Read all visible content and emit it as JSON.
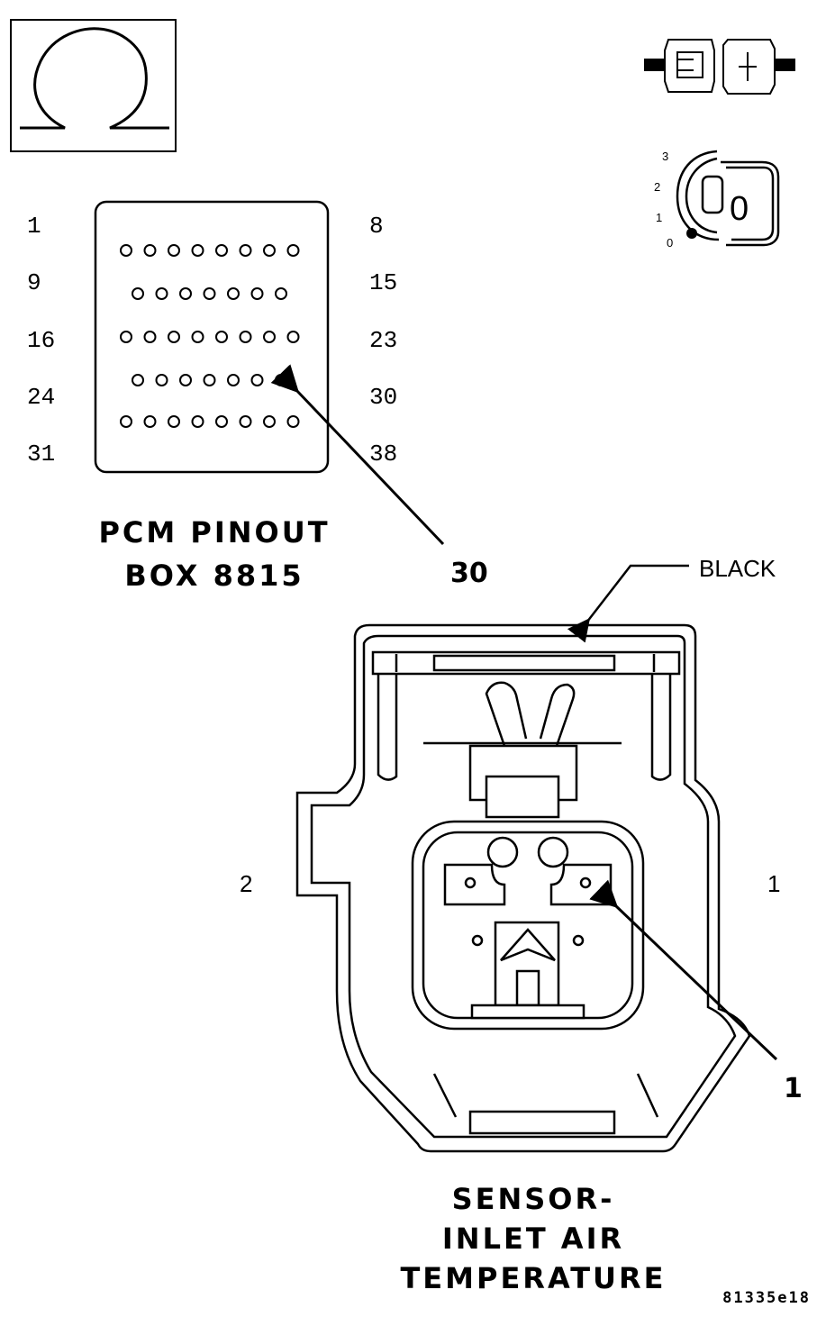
{
  "ohmmeter_symbol": "Ω",
  "pinout": {
    "title_line1": "PCM PINOUT",
    "title_line2": "BOX 8815",
    "row_start_labels": [
      "1",
      "9",
      "16",
      "24",
      "31"
    ],
    "row_end_labels": [
      "8",
      "15",
      "23",
      "30",
      "38"
    ],
    "callout": "30"
  },
  "key_dial": {
    "positions": [
      "3",
      "2",
      "1",
      "0"
    ],
    "key_glyph": "0"
  },
  "connector": {
    "color_label": "BLACK",
    "side_label_left": "2",
    "side_label_right": "1",
    "callout": "1",
    "title_line1": "SENSOR-",
    "title_line2": "INLET AIR",
    "title_line3": "TEMPERATURE"
  },
  "figure_code": "81335e18"
}
